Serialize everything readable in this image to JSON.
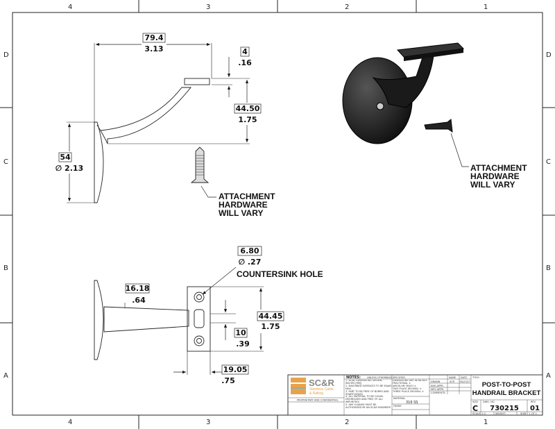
{
  "zones": {
    "columns": [
      "4",
      "3",
      "2",
      "1"
    ],
    "rows": [
      "D",
      "C",
      "B",
      "A"
    ]
  },
  "side_view": {
    "dim_width": {
      "mm": "79.4",
      "in": "3.13"
    },
    "dim_flange": {
      "mm": "4",
      "in": ".16"
    },
    "dim_height": {
      "mm": "44.50",
      "in": "1.75"
    },
    "dim_diameter": {
      "mm": "54",
      "in": "∅ 2.13"
    },
    "note": [
      "ATTACHMENT",
      "HARDWARE",
      "WILL VARY"
    ]
  },
  "iso_view": {
    "note": [
      "ATTACHMENT",
      "HARDWARE",
      "WILL VARY"
    ]
  },
  "top_view": {
    "dim_hole": {
      "mm": "6.80",
      "in": "∅ .27"
    },
    "hole_note": "COUNTERSINK HOLE",
    "dim_arm": {
      "mm": "16.18",
      "in": ".64"
    },
    "dim_plate_length": {
      "mm": "44.45",
      "in": "1.75"
    },
    "dim_slot": {
      "mm": "10",
      "in": ".39"
    },
    "dim_plate_width": {
      "mm": "19.05",
      "in": ".75"
    }
  },
  "title_block": {
    "logo_text": "SC&R",
    "logo_sub": [
      "Stainless Cable",
      "& Railing"
    ],
    "proprietary": "PROPRIETARY AND CONFIDENTIAL",
    "notes_title": "NOTES:",
    "notes_sub": "UNLESS OTHERWISE SPECIFIED",
    "notes": [
      "1. DUAL DIMENSIONS SHOWN - INCHES [MM]",
      "2. MACHINED SURFACES TO BE 63µIN MAX.",
      "3. PART TO BE FREE OF BURRS AND SHARP EDGES",
      "4. ALL MATERIAL TO BE CLEAN, DEGREASED AND FREE OF ALL IMPURITIES",
      "5. ANY CHANGE MUST BE AUTHORIZED BY AN SC&R ENGINEER"
    ],
    "tolerances": [
      "DIMENSIONS ARE IN INCHES",
      "FRACTIONAL ±",
      "ANGULAR: MACH ±",
      "TWO PLACE DECIMAL ±",
      "THREE PLACE DECIMAL ±"
    ],
    "material_label": "MATERIAL",
    "material": "316 SS",
    "finish_label": "FINISH",
    "col_name": "NAME",
    "col_date": "DATE",
    "drawn_label": "DRAWN",
    "drawn_by": "SCR",
    "drawn_date": "05/23/17",
    "eng_appr": "ENG APPR.",
    "mfg_appr": "MFG APPR.",
    "comments": "COMMENTS:",
    "title_label": "TITLE:",
    "title": [
      "POST-TO-POST",
      "HANDRAIL BRACKET"
    ],
    "size_label": "SIZE",
    "size": "C",
    "dwg_label": "DWG. NO.",
    "dwg_no": "730215",
    "rev_label": "REV",
    "rev": "01",
    "scale": "SCALE: 1:2",
    "weight": "WEIGHT:",
    "sheet": "SHEET 1 OF 1"
  }
}
